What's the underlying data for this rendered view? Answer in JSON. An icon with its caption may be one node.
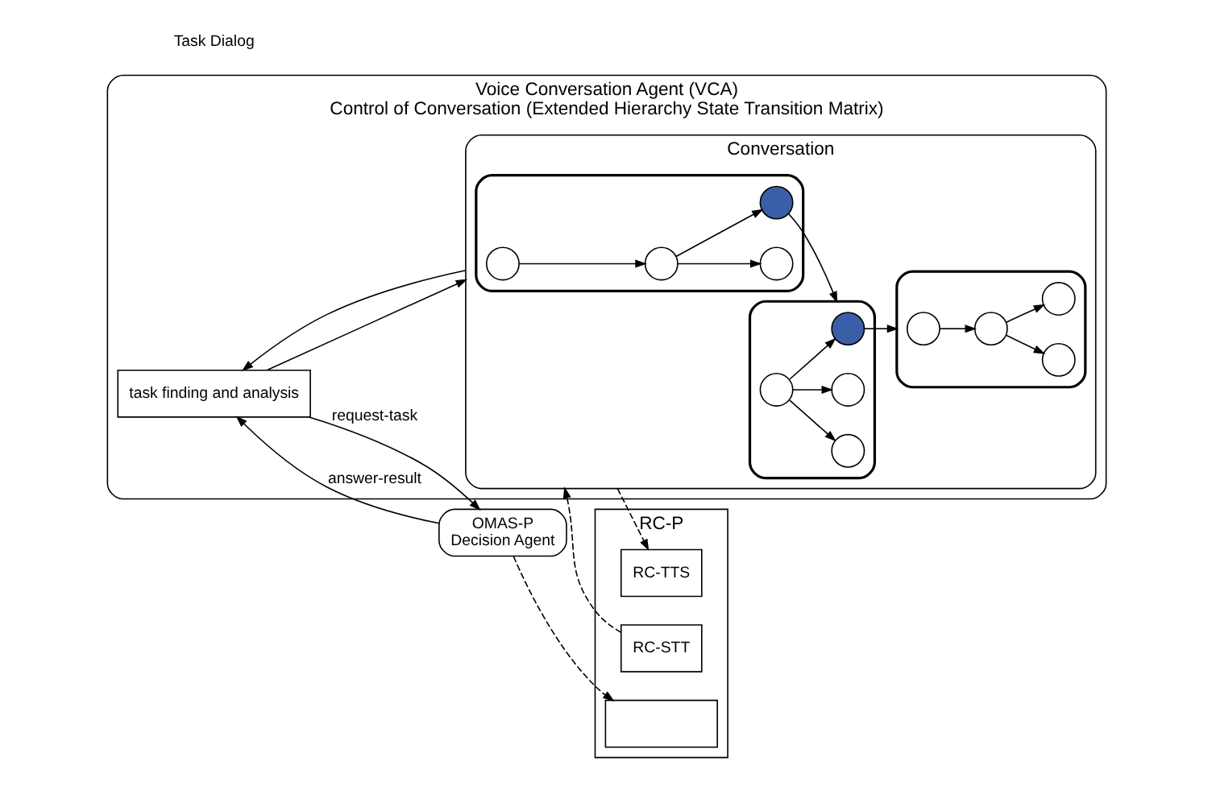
{
  "diagram": {
    "nodes": [
      {
        "text": [
          "Voice Conversation Agent (VCA)",
          "Control of Conversation (Extended Hierarchy State Transition Matrix)"
        ]
      },
      {
        "text": [
          "task finding and analysis"
        ],
        "in": 0
      },
      {
        "text": [
          "Conversation"
        ],
        "in": 0
      },
      {
        "text": [],
        "shape": "ellipse",
        "in": 2
      },
      {
        "text": [],
        "shape": "circle",
        "in": 3
      },
      {
        "text": [],
        "shape": "circle",
        "in": 3
      },
      {
        "text": [],
        "shape": "circle",
        "in": 3
      },
      {
        "text": [],
        "shape": "circle",
        "in": 3
      },
      {
        "text": [],
        "shape": "ellipse",
        "in": 2
      },
      {
        "text": [],
        "shape": "circle",
        "in": 8
      },
      {
        "text": [],
        "shape": "circle",
        "in": 8
      },
      {
        "text": [],
        "shape": "circle",
        "in": 8
      },
      {
        "text": [],
        "shape": "circle",
        "in": 8
      },
      {
        "text": [],
        "shape": "ellipse",
        "in": 2
      },
      {
        "text": [],
        "shape": "circle",
        "in": 13
      },
      {
        "text": [],
        "shape": "circle",
        "in": 13
      },
      {
        "text": [],
        "shape": "circle",
        "in": 13
      },
      {
        "text": [],
        "shape": "circle",
        "in": 13
      },
      {
        "text": [
          "OMAS-P",
          "Decision Agent"
        ]
      },
      {
        "text": [
          "RC-P"
        ]
      },
      {
        "text": [],
        "shape": "box",
        "in": 19
      },
      {
        "text": [
          "RC-STT"
        ],
        "in": 19
      },
      {
        "text": [
          "RC-TTS"
        ],
        "in": 19
      }
    ],
    "edges": [
      {
        "from": 1,
        "to": 18,
        "arrow": "to",
        "label": "request-task"
      },
      {
        "from": 18,
        "to": 1,
        "arrow": "to",
        "label": "answer-result"
      },
      {
        "from": 1,
        "to": 2,
        "arrow": "to"
      },
      {
        "from": 2,
        "to": 1,
        "arrow": "to"
      },
      {
        "from": 4,
        "to": 5,
        "arrow": "to"
      },
      {
        "from": 5,
        "to": 6,
        "arrow": "to"
      },
      {
        "from": 5,
        "to": 7,
        "arrow": "to"
      },
      {
        "from": 7,
        "to": 13,
        "arrow": "to"
      },
      {
        "from": 9,
        "to": 10,
        "arrow": "to"
      },
      {
        "from": 10,
        "to": 11,
        "arrow": "to"
      },
      {
        "from": 10,
        "to": 12,
        "arrow": "to"
      },
      {
        "from": 14,
        "to": 8,
        "arrow": "to"
      },
      {
        "from": 15,
        "to": 14,
        "arrow": "to"
      },
      {
        "from": 15,
        "to": 16,
        "arrow": "to"
      },
      {
        "from": 15,
        "to": 17,
        "arrow": "to"
      },
      {
        "from": 18,
        "to": 20,
        "arrow": "to",
        "style": "dashed"
      },
      {
        "from": 21,
        "to": 2,
        "arrow": "to",
        "style": "dashed"
      },
      {
        "from": 2,
        "to": 22,
        "arrow": "to",
        "style": "dashed"
      }
    ],
    "labels": [
      "Task Dialog"
    ]
  }
}
